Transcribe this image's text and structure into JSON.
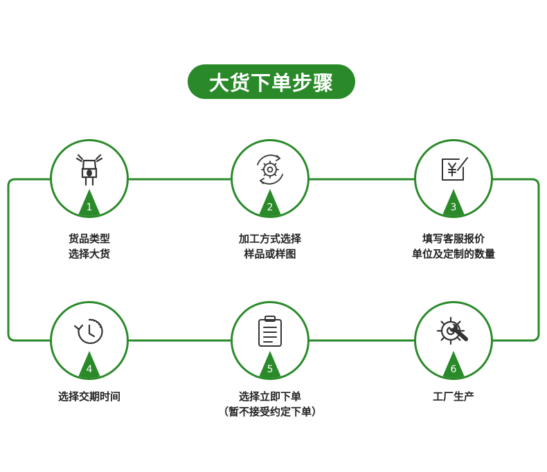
{
  "title": "大货下单步骤",
  "colors": {
    "accent": "#2a8a2a",
    "icon": "#333333"
  },
  "steps": [
    {
      "number": "1",
      "icon": "zipper-icon",
      "label_lines": [
        "货品类型",
        "选择大货"
      ]
    },
    {
      "number": "2",
      "icon": "gear-refresh-icon",
      "label_lines": [
        "加工方式选择",
        "样品或样图"
      ]
    },
    {
      "number": "3",
      "icon": "price-quote-icon",
      "label_lines": [
        "填写客服报价",
        "单位及定制的数量"
      ]
    },
    {
      "number": "4",
      "icon": "clock-icon",
      "label_lines": [
        "选择交期时间"
      ]
    },
    {
      "number": "5",
      "icon": "clipboard-icon",
      "label_lines": [
        "选择立即下单",
        "（暂不接受约定下单）"
      ]
    },
    {
      "number": "6",
      "icon": "wrench-gear-icon",
      "label_lines": [
        "工厂生产"
      ]
    }
  ]
}
